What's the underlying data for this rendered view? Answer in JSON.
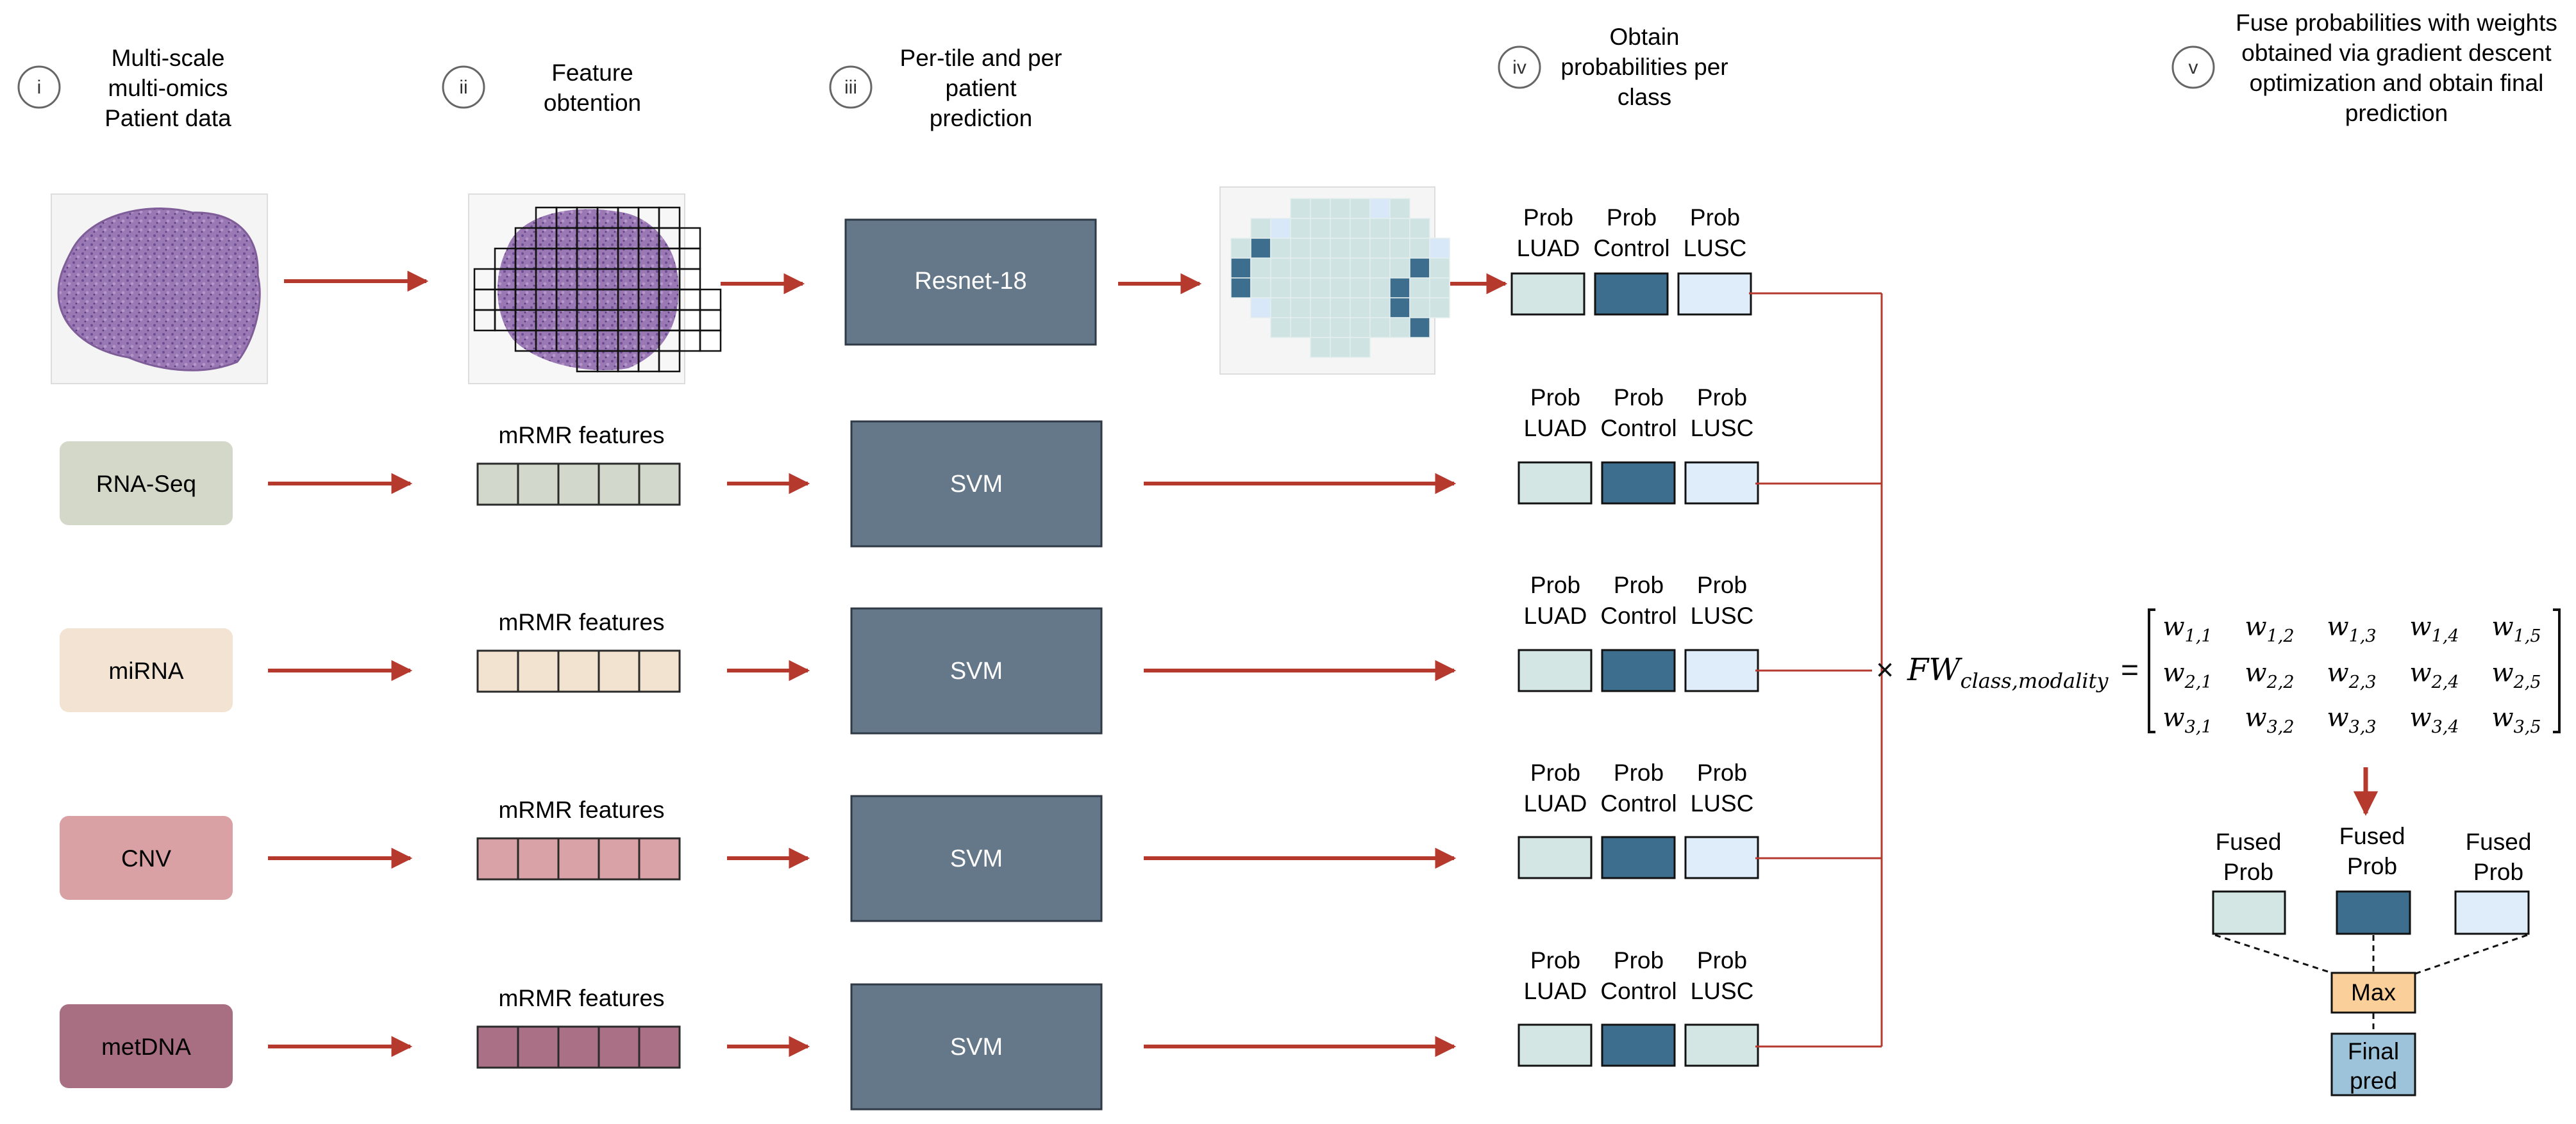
{
  "steps": [
    {
      "numeral": "i",
      "lines": [
        "Multi-scale",
        "multi-omics",
        "Patient data"
      ]
    },
    {
      "numeral": "ii",
      "lines": [
        "Feature",
        "obtention"
      ]
    },
    {
      "numeral": "iii",
      "lines": [
        "Per-tile and per",
        "patient",
        "prediction"
      ]
    },
    {
      "numeral": "iv",
      "lines": [
        "Obtain",
        "probabilities per",
        "class"
      ]
    },
    {
      "numeral": "v",
      "lines": [
        "Fuse probabilities with weights",
        "obtained via gradient descent",
        "optimization and obtain final",
        "prediction"
      ]
    }
  ],
  "modalities": [
    {
      "label": "RNA-Seq",
      "color": "#d4d8c9",
      "feature_color": "#d2d8cb"
    },
    {
      "label": "miRNA",
      "color": "#f2e3d2",
      "feature_color": "#f2e3d0"
    },
    {
      "label": "CNV",
      "color": "#d9a1a4",
      "feature_color": "#d9a2a6"
    },
    {
      "label": "metDNA",
      "color": "#a86e82",
      "feature_color": "#a97086"
    }
  ],
  "features_label": "mRMR features",
  "models": {
    "histology": "Resnet-18",
    "omics": "SVM"
  },
  "prob_labels": [
    [
      "Prob",
      "LUAD"
    ],
    [
      "Prob",
      "Control"
    ],
    [
      "Prob",
      "LUSC"
    ]
  ],
  "prob_colors": {
    "luad": "#d3e6e4",
    "control": "#3e6e8e",
    "lusc": "#deedf9"
  },
  "weights_equation": {
    "times": "×",
    "lhs": "FW",
    "lhs_subscript": "class,modality",
    "equals": "=",
    "matrix": [
      [
        "w1,1",
        "w1,2",
        "w1,3",
        "w1,4",
        "w1,5"
      ],
      [
        "w2,1",
        "w2,2",
        "w2,3",
        "w2,4",
        "w2,5"
      ],
      [
        "w3,1",
        "w3,2",
        "w3,3",
        "w3,4",
        "w3,5"
      ]
    ]
  },
  "fused": {
    "labels": [
      [
        "Fused",
        "Prob"
      ],
      [
        "Fused",
        "Prob"
      ],
      [
        "Fused",
        "Prob"
      ]
    ],
    "max_label": "Max",
    "max_color": "#fbcf9a",
    "final_label": [
      "Final",
      "pred"
    ],
    "final_color": "#9cc3da"
  },
  "colors": {
    "arrow": "#b6392d",
    "model_box": "#65788a",
    "tissue": "#8f6ea8"
  }
}
